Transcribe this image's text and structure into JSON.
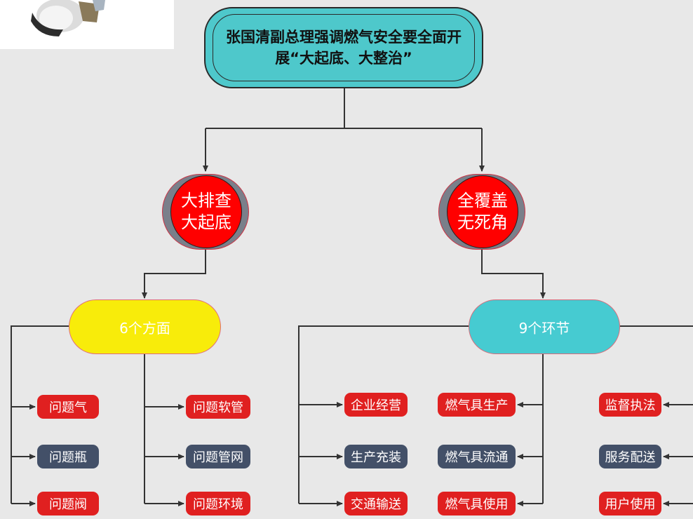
{
  "title": "张国清副总理强调燃气安全要全面开展“大起底、大整治”",
  "branches": [
    {
      "line1": "大排查",
      "line2": "大起底"
    },
    {
      "line1": "全覆盖",
      "line2": "无死角"
    }
  ],
  "groups": {
    "left": "6个方面",
    "right": "9个环节"
  },
  "left_items": [
    "问题气",
    "问题瓶",
    "问题阀",
    "问题软管",
    "问题管网",
    "问题环境"
  ],
  "right_items": [
    "企业经营",
    "生产充装",
    "交通输送",
    "燃气具生产",
    "燃气具流通",
    "燃气具使用",
    "监督执法",
    "服务配送",
    "用户使用"
  ],
  "colors": {
    "background": "#e8e8e8",
    "title_fill": "#4ec8cb",
    "circle_fill": "#ff0000",
    "left_group_fill": "#f8ec0a",
    "right_group_fill": "#46cbd1",
    "tag_red": "#e02020",
    "tag_navy": "#435068"
  }
}
